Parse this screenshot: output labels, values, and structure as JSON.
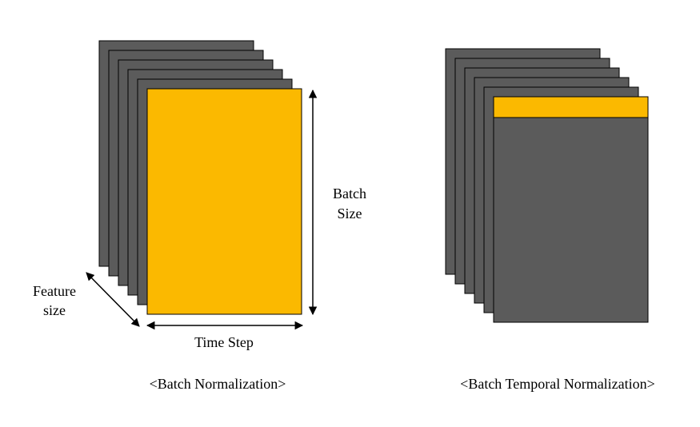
{
  "colors": {
    "sheet_fill": "#5b5b5b",
    "sheet_stroke": "#000000",
    "highlight": "#fbb900",
    "text": "#000000"
  },
  "left_panel": {
    "batch_size_label_line1": "Batch",
    "batch_size_label_line2": "Size",
    "feature_size_label_line1": "Feature",
    "feature_size_label_line2": "size",
    "time_step_label": "Time Step",
    "caption": "<Batch Normalization>",
    "highlight": "full-sheet"
  },
  "right_panel": {
    "caption": "<Batch Temporal Normalization>",
    "highlight": "top-row-strip"
  }
}
